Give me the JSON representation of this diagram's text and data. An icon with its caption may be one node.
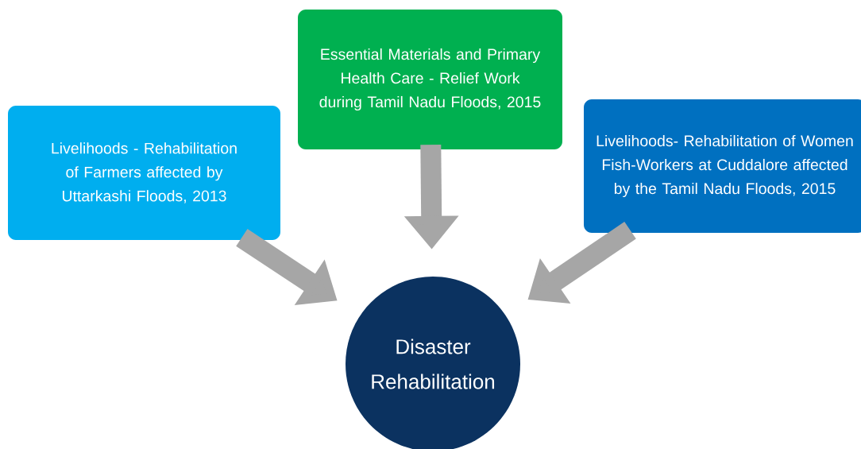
{
  "diagram": {
    "nodes": [
      {
        "text": [
          "Livelihoods - Rehabilitation of Farmers affected by Uttarkashi Floods, 2013"
        ]
      },
      {
        "text": [
          "Essential Materials and Primary Health Care - Relief Work during Tamil Nadu Floods, 2015"
        ]
      },
      {
        "text": [
          "Livelihoods- Rehabilitation of Women Fish-Workers at Cuddalore affected by the Tamil Nadu Floods, 2015"
        ]
      },
      {
        "text": [
          "Disaster Rehabilitation"
        ]
      }
    ],
    "edges": [
      {
        "from": 0,
        "to": 3,
        "arrow": "to"
      },
      {
        "from": 1,
        "to": 3,
        "arrow": "to"
      },
      {
        "from": 2,
        "to": 3,
        "arrow": "to"
      }
    ]
  }
}
